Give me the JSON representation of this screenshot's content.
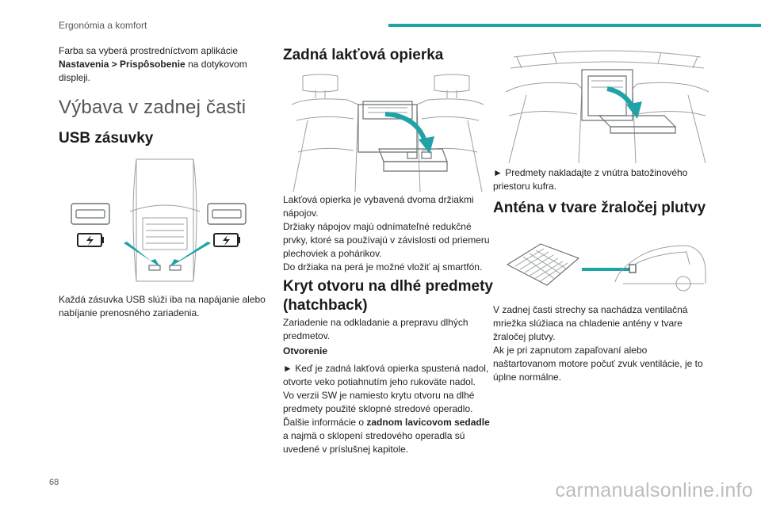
{
  "header": {
    "title": "Ergonómia a komfort"
  },
  "page_number": "68",
  "watermark": "carmanualsonline.info",
  "col1": {
    "intro_pre": "Farba sa vyberá prostredníctvom aplikácie",
    "intro_bold": "Nastavenia > Prispôsobenie",
    "intro_post": " na dotykovom displeji.",
    "section_title": "Výbava v zadnej časti",
    "usb_title": "USB zásuvky",
    "usb_text": "Každá zásuvka USB slúži iba na napájanie alebo nabíjanie prenosného zariadenia."
  },
  "col2": {
    "armrest_title": "Zadná lakťová opierka",
    "armrest_p1": "Lakťová opierka je vybavená dvoma držiakmi nápojov.",
    "armrest_p2": "Držiaky nápojov majú odnímateľné redukčné prvky, ktoré sa používajú v závislosti od priemeru plechoviek a pohárikov.",
    "armrest_p3": "Do držiaka na perá je možné vložiť aj smartfón.",
    "hatch_title": "Kryt otvoru na dlhé predmety (hatchback)",
    "hatch_p1": "Zariadenie na odkladanie a prepravu dlhých predmetov.",
    "opening_label": "Otvorenie",
    "hatch_step": "► Keď je zadná lakťová opierka spustená nadol, otvorte veko potiahnutím jeho rukoväte nadol.",
    "hatch_p2": "Vo verzii SW je namiesto krytu otvoru na dlhé predmety použité sklopné stredové operadlo.",
    "hatch_p3_pre": "Ďalšie informácie o ",
    "hatch_p3_bold": "zadnom lavicovom sedadle",
    "hatch_p3_post": " a najmä o sklopení stredového operadla sú uvedené v príslušnej kapitole."
  },
  "col3": {
    "load_step": "► Predmety nakladajte z vnútra batožinového priestoru kufra.",
    "antenna_title": "Anténa v tvare žraločej plutvy",
    "antenna_p1": "V zadnej časti strechy sa nachádza ventilačná mriežka slúžiaca na chladenie antény v tvare žraločej plutvy.",
    "antenna_p2": "Ak je pri zapnutom zapaľovaní alebo naštartovanom motore počuť zvuk ventilácie, je to úplne normálne."
  },
  "colors": {
    "accent": "#1fa3a6",
    "text": "#222222",
    "heading_light": "#555555"
  },
  "icons": [
    "usb-port-icon",
    "battery-charging-icon",
    "arrow-icon"
  ]
}
